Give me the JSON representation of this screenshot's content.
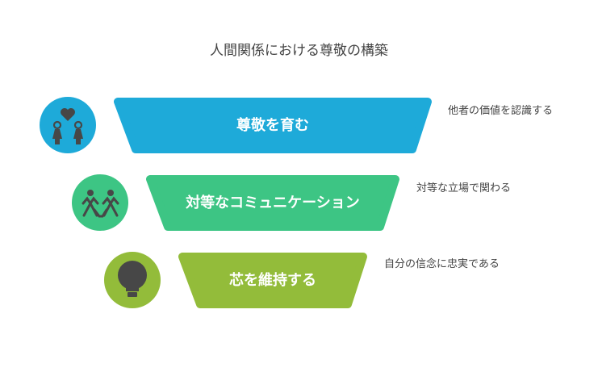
{
  "title": "人間関係における尊敬の構築",
  "levels": [
    {
      "label": "尊敬を育む",
      "description": "他者の価値を認識する",
      "color": "#1EAAD9",
      "icon": "two-people-heart-icon"
    },
    {
      "label": "対等なコミュニケーション",
      "description": "対等な立場で関わる",
      "color": "#3DC584",
      "icon": "people-holding-hands-icon"
    },
    {
      "label": "芯を維持する",
      "description": "自分の信念に忠実である",
      "color": "#93BC3A",
      "icon": "lightbulb-icon"
    }
  ]
}
